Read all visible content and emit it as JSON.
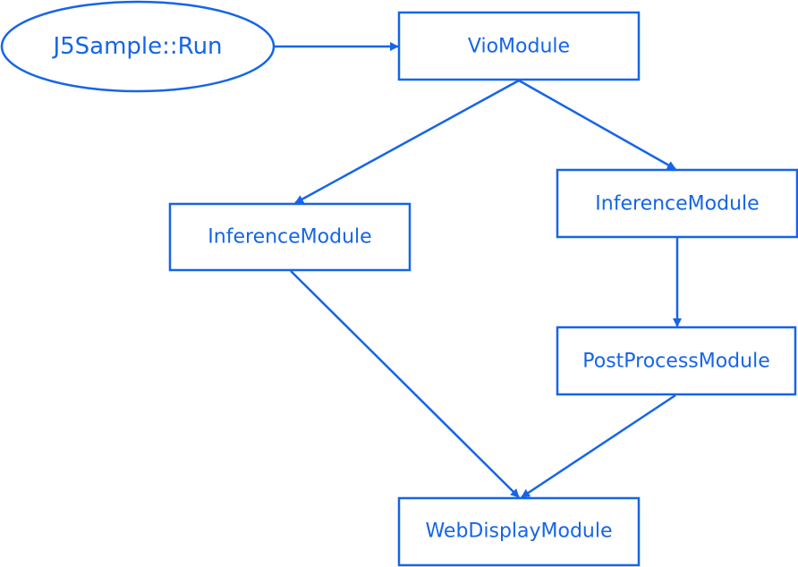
{
  "colors": {
    "accent": "#1565e8",
    "background": "#ffffff"
  },
  "nodes": {
    "start": {
      "label": "J5Sample::Run",
      "shape": "ellipse"
    },
    "vio": {
      "label": "VioModule",
      "shape": "rectangle"
    },
    "inference_left": {
      "label": "InferenceModule",
      "shape": "rectangle"
    },
    "inference_right": {
      "label": "InferenceModule",
      "shape": "rectangle"
    },
    "postprocess": {
      "label": "PostProcessModule",
      "shape": "rectangle"
    },
    "webdisplay": {
      "label": "WebDisplayModule",
      "shape": "rectangle"
    }
  },
  "edges": [
    {
      "from": "start",
      "to": "vio"
    },
    {
      "from": "vio",
      "to": "inference_left"
    },
    {
      "from": "vio",
      "to": "inference_right"
    },
    {
      "from": "inference_right",
      "to": "postprocess"
    },
    {
      "from": "inference_left",
      "to": "webdisplay"
    },
    {
      "from": "postprocess",
      "to": "webdisplay"
    }
  ]
}
